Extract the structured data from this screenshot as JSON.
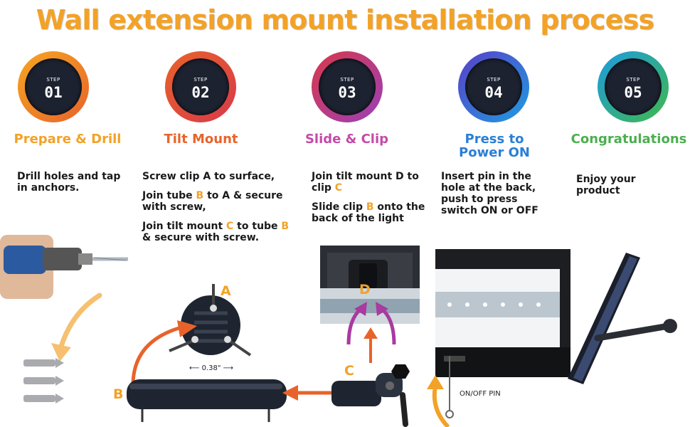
{
  "title": "Wall extension mount installation process",
  "step_label": "STEP",
  "steps": [
    {
      "num": "01",
      "title": "Prepare & Drill",
      "color": "#f2a227",
      "ring": [
        "#f5a623",
        "#e8632b"
      ]
    },
    {
      "num": "02",
      "title": "Tilt Mount",
      "color": "#e8632b",
      "ring": [
        "#e8632b",
        "#d8394a"
      ]
    },
    {
      "num": "03",
      "title": "Slide & Clip",
      "color": "#c44aa8",
      "ring": [
        "#d8394a",
        "#9b3fb8"
      ]
    },
    {
      "num": "04",
      "title": "Press to Power ON",
      "title_line1": "Press to",
      "title_line2": "Power ON",
      "color": "#2a7fd6",
      "ring": [
        "#5a3fc8",
        "#1e9be0"
      ]
    },
    {
      "num": "05",
      "title": "Congratulations",
      "color": "#4caf50",
      "ring": [
        "#1e9be0",
        "#3fb84c"
      ]
    }
  ],
  "desc": {
    "s1": "Drill holes and tap in anchors.",
    "s2_p1": "Screw clip A to surface,",
    "s2_p2_a": "Join tube ",
    "s2_p2_b": "B",
    "s2_p2_c": " to A & secure with screw,",
    "s2_p3_a": "Join tilt mount ",
    "s2_p3_b": "C",
    "s2_p3_c": " to tube ",
    "s2_p3_d": "B",
    "s2_p3_e": " & secure with screw.",
    "s3_p1_a": "Join tilt mount D to clip ",
    "s3_p1_b": "C",
    "s3_p2_a": "Slide clip ",
    "s3_p2_b": "B",
    "s3_p2_c": " onto the back of the light",
    "s4": "Insert pin in the hole at the back, push to press switch ON or OFF",
    "s5": "Enjoy your product"
  },
  "labels": {
    "a": "A",
    "b": "B",
    "c": "C",
    "d": "D",
    "dimension": "0.38\"",
    "pin": "ON/OFF PIN"
  },
  "colors": {
    "accent": "#f2a227",
    "arrow_orange": "#e8632b",
    "arrow_purple": "#a83aa0",
    "dark_part": "#1f2530"
  },
  "icons": [
    "drill-icon",
    "anchor-icon",
    "clip-icon",
    "tube-icon",
    "tilt-mount-icon",
    "light-photo",
    "solar-light-icon"
  ]
}
